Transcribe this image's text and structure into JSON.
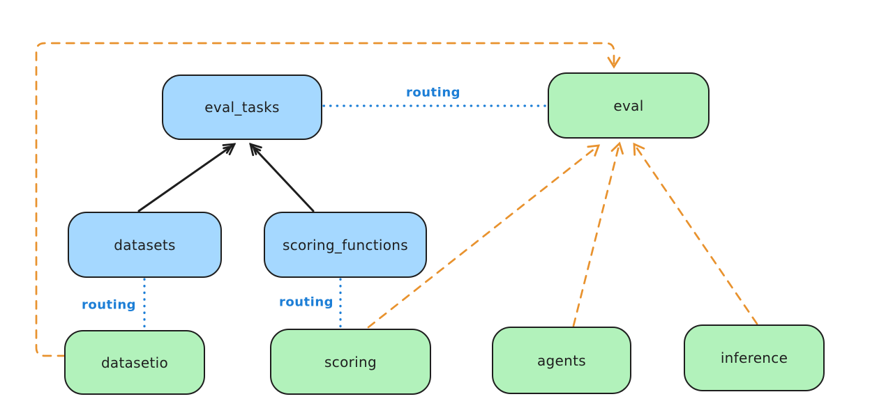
{
  "diagram": {
    "style": "hand-drawn flowchart (excalidraw-like)",
    "background": "#ffffff"
  },
  "colors": {
    "registry_node_fill_blue": "#a5d8ff",
    "provider_node_fill_green": "#b2f2bb",
    "node_stroke": "#1e1e1e",
    "routing_blue": "#1c7ed6",
    "dashed_arrow_orange": "#e8922e",
    "solid_arrow_black": "#1e1e1e"
  },
  "nodes": {
    "eval_tasks": {
      "label": "eval_tasks",
      "fill": "blue"
    },
    "eval": {
      "label": "eval",
      "fill": "green"
    },
    "datasets": {
      "label": "datasets",
      "fill": "blue"
    },
    "scoring_functions": {
      "label": "scoring_functions",
      "fill": "blue"
    },
    "datasetio": {
      "label": "datasetio",
      "fill": "green"
    },
    "scoring": {
      "label": "scoring",
      "fill": "green"
    },
    "agents": {
      "label": "agents",
      "fill": "green"
    },
    "inference": {
      "label": "inference",
      "fill": "green"
    }
  },
  "edges": {
    "eval_tasks_eval": {
      "from": "eval_tasks",
      "to": "eval",
      "style": "dotted-blue",
      "label": "routing"
    },
    "datasets_datasetio": {
      "from": "datasets",
      "to": "datasetio",
      "style": "dotted-blue",
      "label": "routing"
    },
    "scoring_functions_scoring": {
      "from": "scoring_functions",
      "to": "scoring",
      "style": "dotted-blue",
      "label": "routing"
    },
    "datasets_eval_tasks": {
      "from": "datasets",
      "to": "eval_tasks",
      "style": "solid-black-arrow",
      "label": ""
    },
    "scoring_functions_eval_tasks": {
      "from": "scoring_functions",
      "to": "eval_tasks",
      "style": "solid-black-arrow",
      "label": ""
    },
    "datasetio_eval": {
      "from": "datasetio",
      "to": "eval",
      "style": "dashed-orange-arrow",
      "label": ""
    },
    "scoring_eval": {
      "from": "scoring",
      "to": "eval",
      "style": "dashed-orange-arrow",
      "label": ""
    },
    "agents_eval": {
      "from": "agents",
      "to": "eval",
      "style": "dashed-orange-arrow",
      "label": ""
    },
    "inference_eval": {
      "from": "inference",
      "to": "eval",
      "style": "dashed-orange-arrow",
      "label": ""
    }
  }
}
